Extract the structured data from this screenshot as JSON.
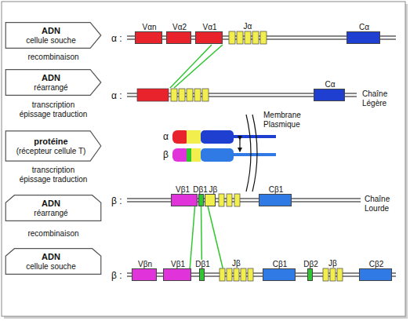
{
  "diagram": {
    "nodes": [
      {
        "text": [
          "ADN",
          "cellule souche"
        ]
      },
      {
        "text": [
          "Vαn"
        ]
      },
      {
        "text": [
          "Vα2"
        ]
      },
      {
        "text": [
          "Vα1"
        ]
      },
      {
        "text": [
          "Jα"
        ]
      },
      {
        "text": [
          "Cα"
        ]
      },
      {
        "text": [
          "ADN",
          "réarrangé"
        ]
      },
      {
        "text": [
          "Cα"
        ]
      },
      {
        "text": [
          "protéine",
          "(récepteur cellule T)"
        ]
      },
      {
        "text": [
          "ADN",
          "réarrangé"
        ]
      },
      {
        "text": [
          "Vβ1"
        ]
      },
      {
        "text": [
          "Dβ1"
        ]
      },
      {
        "text": [
          "Jβ"
        ]
      },
      {
        "text": [
          "Cβ1"
        ]
      },
      {
        "text": [
          "ADN",
          "cellule souche"
        ]
      },
      {
        "text": [
          "Vβn"
        ]
      },
      {
        "text": [
          "Vβ1"
        ]
      },
      {
        "text": [
          "Dβ1"
        ]
      },
      {
        "text": [
          "Jβ"
        ]
      },
      {
        "text": [
          "Cβ1"
        ]
      },
      {
        "text": [
          "Dβ2"
        ]
      },
      {
        "text": [
          "Jβ"
        ]
      },
      {
        "text": [
          "Cβ2"
        ]
      }
    ],
    "edges": [
      {
        "from": 10,
        "to": 16,
        "arrow": "none"
      },
      {
        "from": 11,
        "to": 17,
        "arrow": "none"
      },
      {
        "from": 12,
        "to": 18,
        "arrow": "none"
      }
    ],
    "labels": [
      "α :",
      "recombinaison",
      "α :",
      "Chaîne Légère",
      "transcription épissage traduction",
      "Membrane Plasmique",
      "α",
      "β",
      "transcription épissage traduction",
      "β :",
      "Chaîne Lourde",
      "recombinaison",
      "β :"
    ]
  }
}
